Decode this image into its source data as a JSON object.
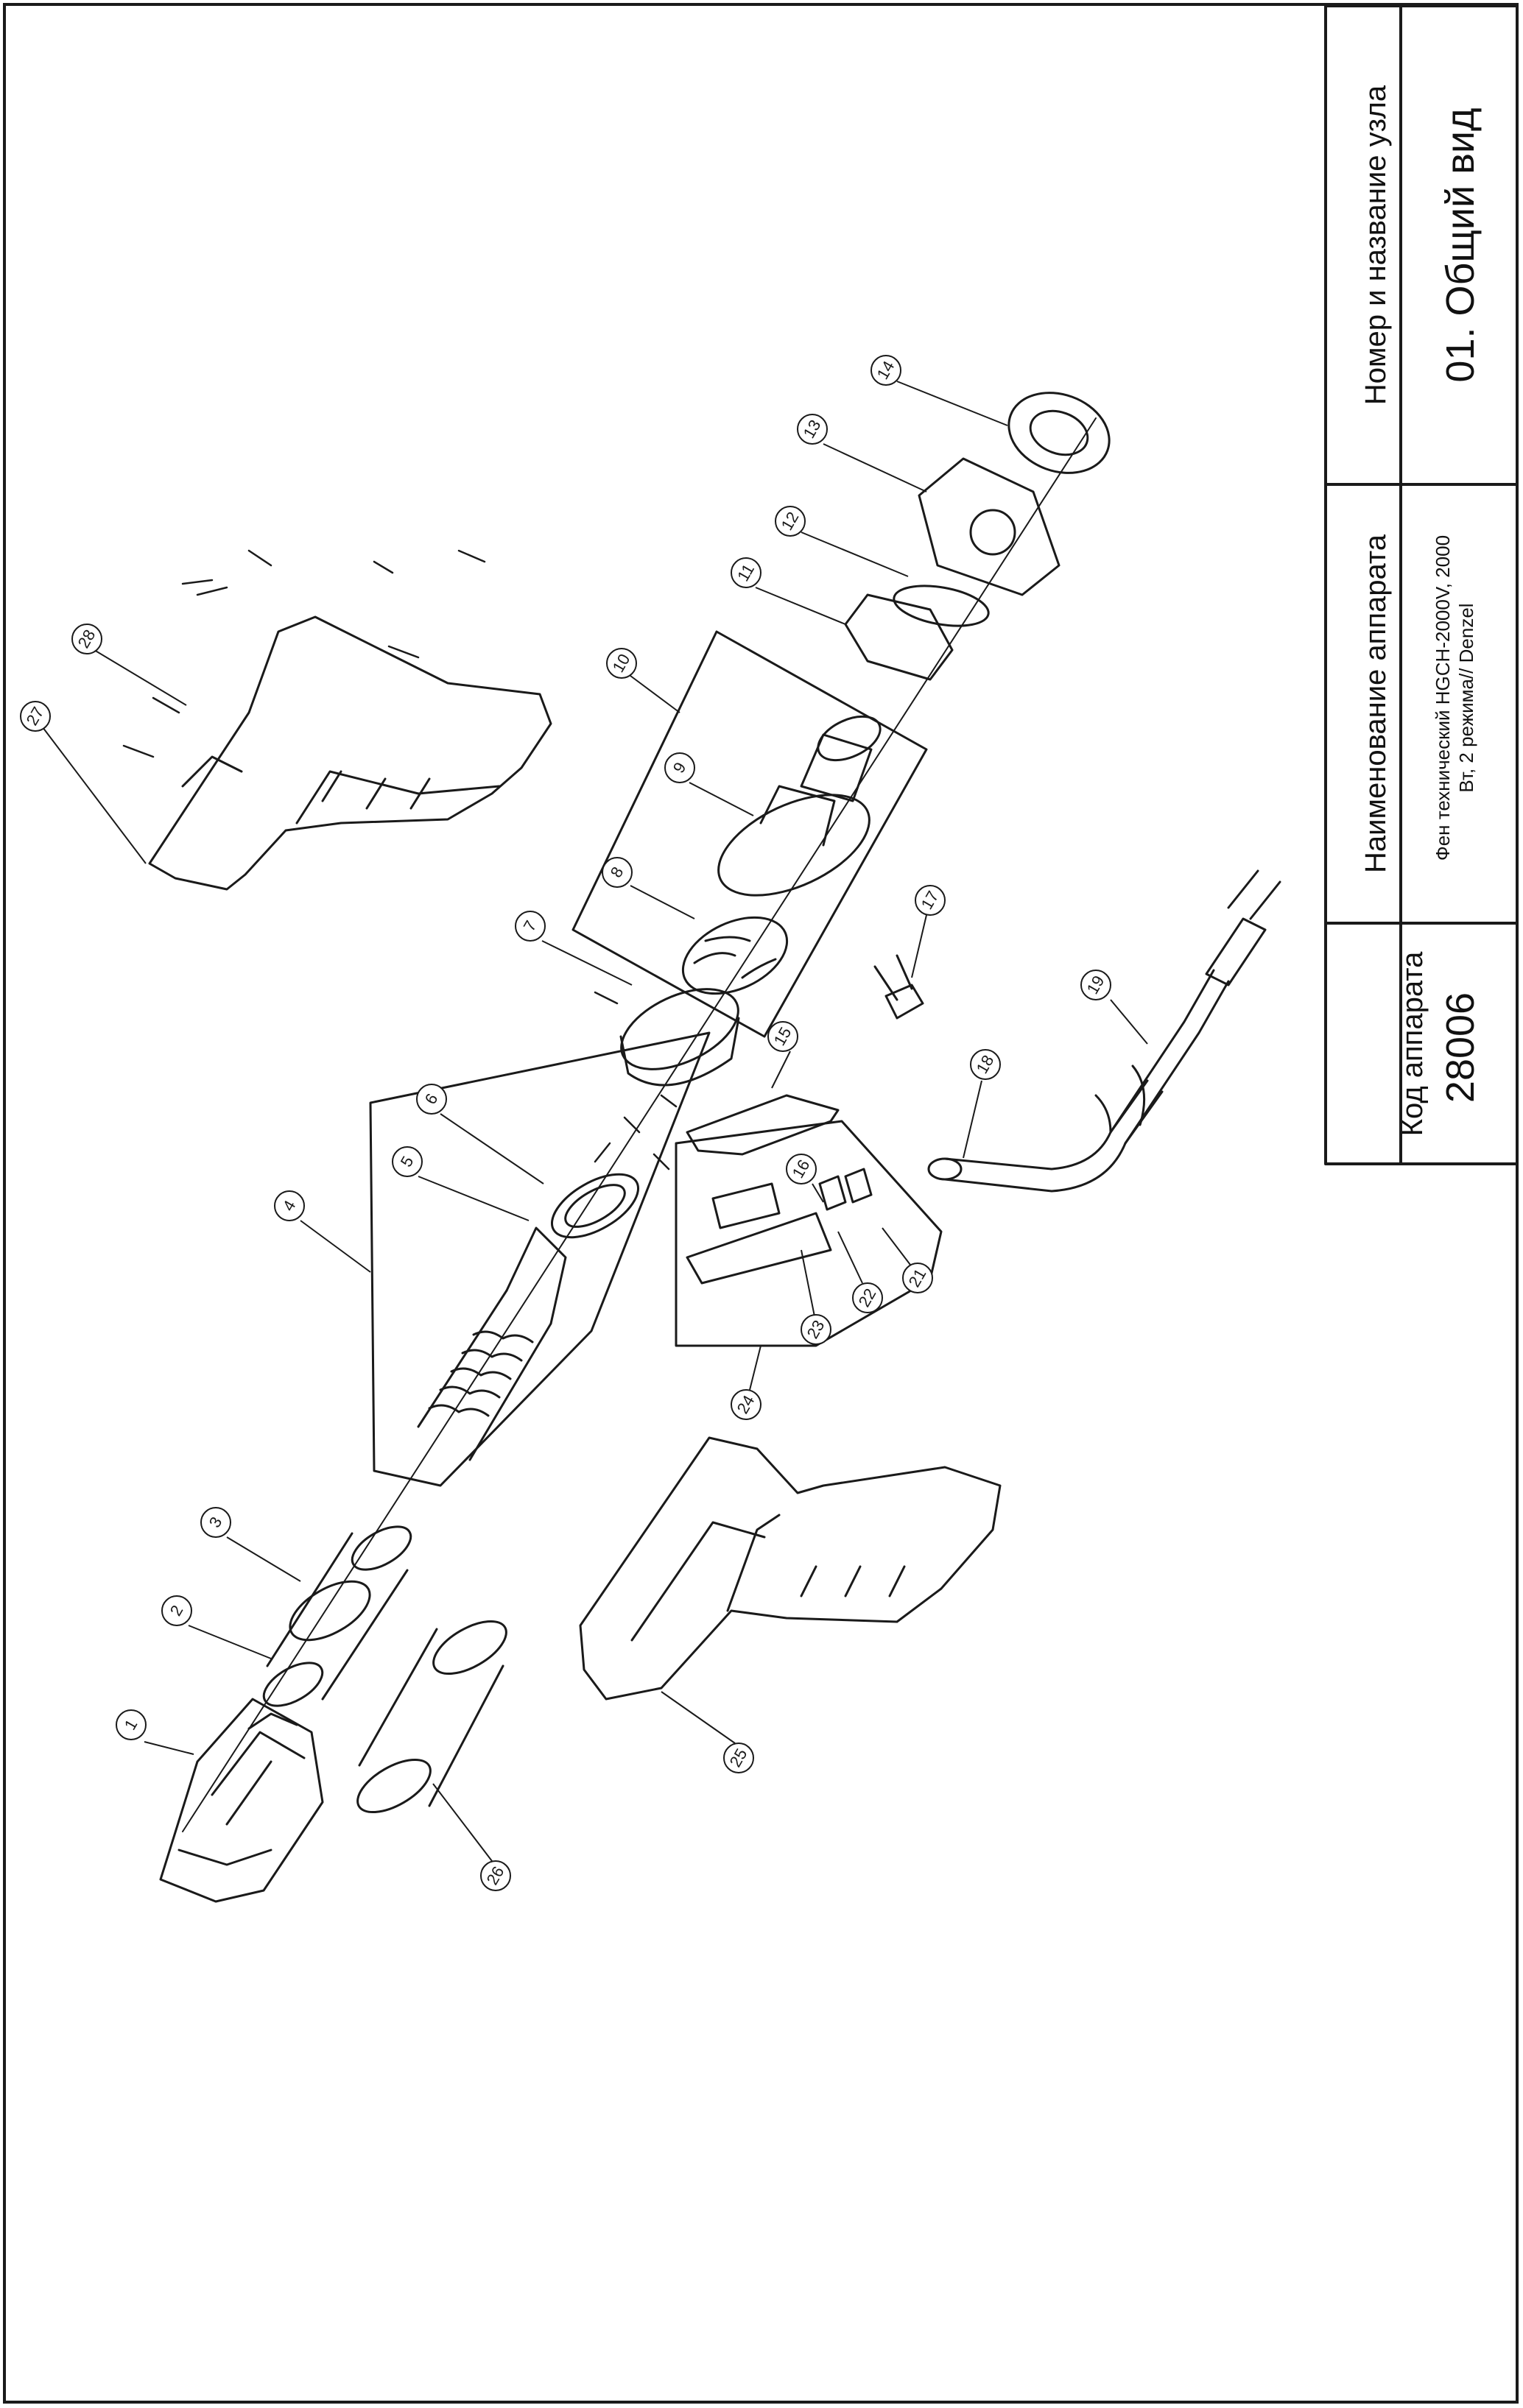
{
  "title_block": {
    "headers": {
      "code": "Код аппарата",
      "device_name": "Наименование аппарата",
      "node": "Номер и название узла"
    },
    "values": {
      "code": "28006",
      "device_name_line1": "Фен технический HGCH-2000V, 2000",
      "device_name_line2": "Вт, 2 режима// Denzel",
      "node": "01. Общий вид"
    }
  },
  "callouts": [
    "1",
    "2",
    "3",
    "4",
    "5",
    "6",
    "7",
    "8",
    "9",
    "10",
    "11",
    "12",
    "13",
    "14",
    "15",
    "16",
    "17",
    "18",
    "19",
    "21",
    "22",
    "23",
    "24",
    "25",
    "26",
    "27",
    "28"
  ],
  "colors": {
    "line": "#1a1a1a",
    "background": "#ffffff"
  }
}
